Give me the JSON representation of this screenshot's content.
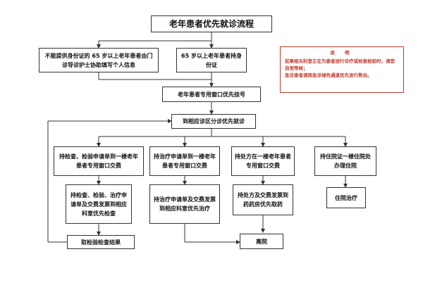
{
  "title": "老年患者优先就诊流程",
  "nodes": {
    "no_id": "不能提供身份证的 65 岁以上老年患者由门诊导诊护士协助填写个人信息",
    "with_id": "65 岁以上老年患者持身份证",
    "register": "老年患者专用窗口优先挂号",
    "triage": "到相应诊区分诊优先就诊",
    "b1_pay": "持检查、检验申请单到一楼老年患者专用窗口交费",
    "b1_exam": "持检查、检验、治疗申请单及交费发票到相应科室优先检查",
    "b2_pay": "持治疗申请单到一楼老年患者专用窗口交费",
    "b2_treat": "持治疗申请单及交费发票到相应科室优先治疗",
    "b3_pay": "持处方在一楼老年患者专用窗口交费",
    "b3_drug": "持处方及交费发票到药药房优先取药",
    "b4_admit": "持住院证一楼住院处办理住院",
    "b4_treat": "住院治疗",
    "results": "取检验检查结果",
    "leave": "离院"
  },
  "note": {
    "title": "说 明",
    "lines": [
      "如果相关科室正在为患者进行诊疗或检查检验时，请您自觉等候；",
      "急诊患者请按急诊绿色通道优先进行救治。"
    ]
  }
}
